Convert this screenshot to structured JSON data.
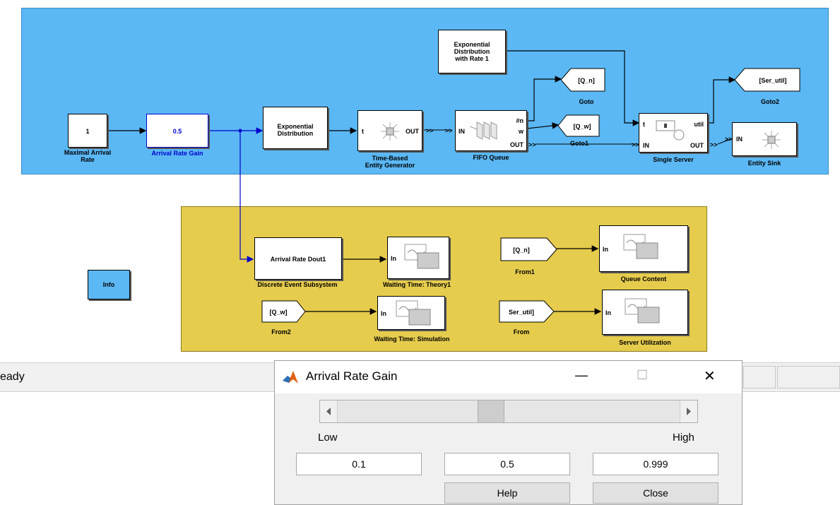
{
  "canvas": {
    "blue_area_color": "#5bb8f5",
    "yellow_area_color": "#e6cc4d",
    "line_color": "#0000cc"
  },
  "blocks": {
    "maximal_arrival_rate": {
      "value": "1",
      "label_line1": "Maximal Arrival",
      "label_line2": "Rate"
    },
    "arrival_rate_gain": {
      "value": "0.5",
      "label": "Arrival Rate Gain"
    },
    "exponential_distribution": {
      "line1": "Exponential",
      "line2": "Distribution"
    },
    "exponential_distribution_rate1": {
      "line1": "Exponential",
      "line2": "Distribution",
      "line3": "with Rate 1"
    },
    "time_based_entity_generator": {
      "in_port": "t",
      "out_port": "OUT",
      "label_line1": "Time-Based",
      "label_line2": "Entity Generator"
    },
    "fifo_queue": {
      "in_port": "IN",
      "port_n": "#n",
      "port_w": "w",
      "out_port": "OUT",
      "label": "FIFO Queue"
    },
    "goto": {
      "tag": "[Q_n]",
      "label": "Goto"
    },
    "goto1": {
      "tag": "[Q_w]",
      "label": "Goto1"
    },
    "goto2": {
      "tag": "[Ser_util]",
      "label": "Goto2"
    },
    "single_server": {
      "t_port": "t",
      "util_port": "util",
      "in_port": "IN",
      "out_port": "OUT",
      "label": "Single Server"
    },
    "entity_sink": {
      "in_port": "IN",
      "label": "Entity Sink"
    },
    "discrete_event_subsystem": {
      "text": "Arrival Rate Dout1",
      "label": "Discrete Event Subsystem"
    },
    "waiting_time_theory1": {
      "in_port": "In",
      "label": "Waiting Time: Theory1"
    },
    "from1": {
      "tag": "[Q_n]",
      "label": "From1"
    },
    "queue_content": {
      "in_port": "In",
      "label": "Queue Content"
    },
    "from2": {
      "tag": "[Q_w]",
      "label": "From2"
    },
    "waiting_time_simulation": {
      "in_port": "In",
      "label": "Waiting Time: Simulation"
    },
    "from": {
      "tag": "Ser_util]",
      "label": "From"
    },
    "server_utilization": {
      "in_port": "In",
      "label": "Server Utilization"
    },
    "info": {
      "text": "Info"
    }
  },
  "status_bar": {
    "text": "eady"
  },
  "dialog": {
    "title": "Arrival Rate Gain",
    "minimize": "—",
    "maximize": "☐",
    "close": "✕",
    "slider_value": 0.5,
    "low_label": "Low",
    "high_label": "High",
    "low_value": "0.1",
    "current_value": "0.5",
    "high_value": "0.999",
    "help_button": "Help",
    "close_button": "Close"
  }
}
